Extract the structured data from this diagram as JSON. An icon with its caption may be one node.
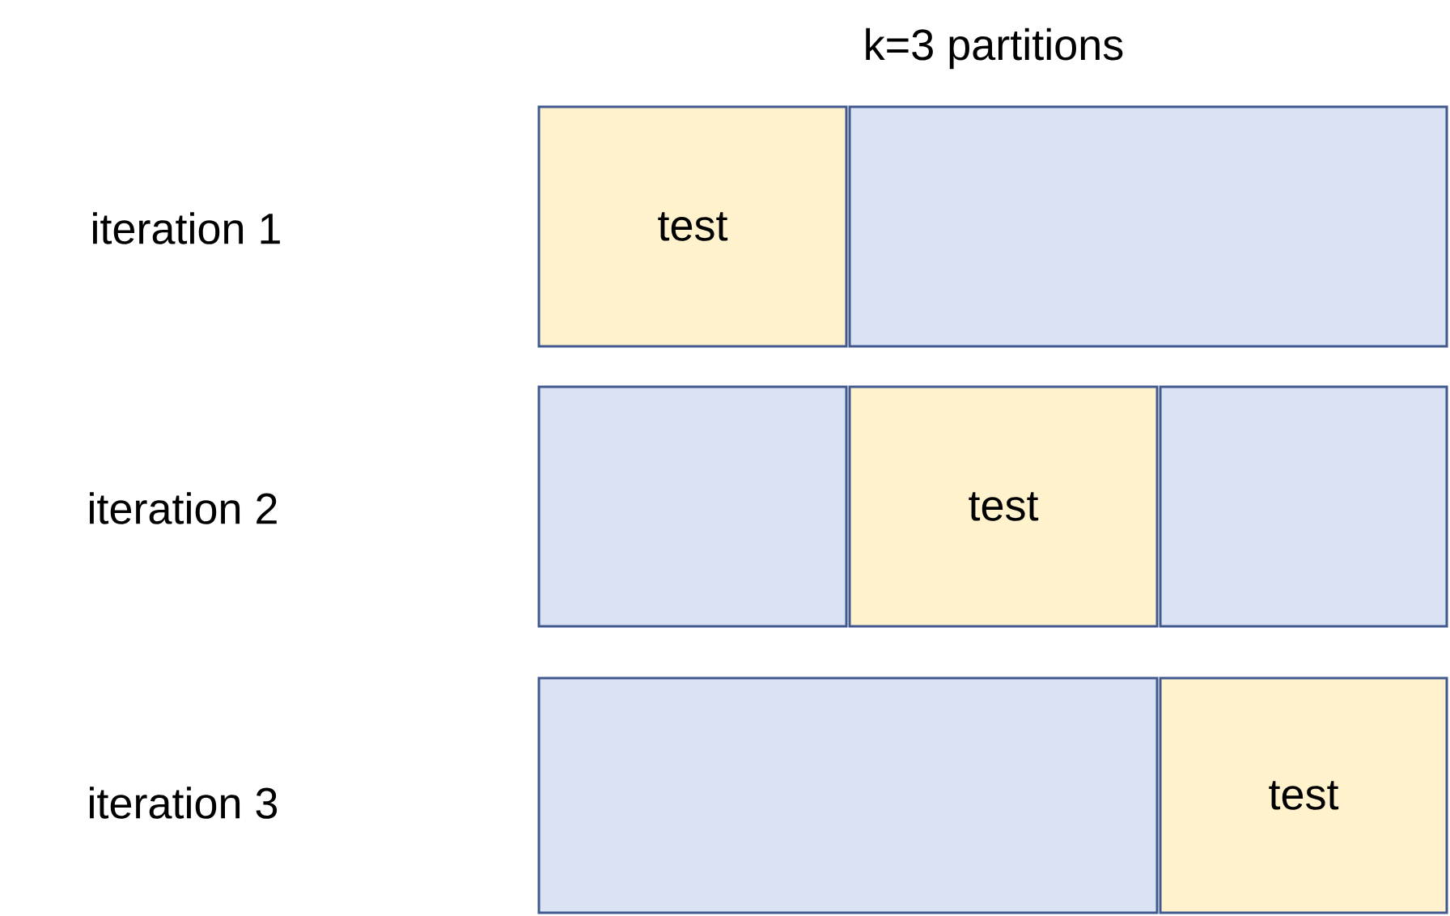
{
  "diagram": {
    "title": "k=3 partitions",
    "nodes": [
      {
        "text": [
          "test"
        ]
      },
      {
        "text": [],
        "shape": "box"
      },
      {
        "text": [],
        "shape": "box"
      },
      {
        "text": [
          "test"
        ]
      },
      {
        "text": [],
        "shape": "box"
      },
      {
        "text": [],
        "shape": "box"
      },
      {
        "text": [
          "test"
        ]
      }
    ],
    "labels": [
      "iteration 1",
      "iteration 2",
      "iteration 3"
    ]
  }
}
